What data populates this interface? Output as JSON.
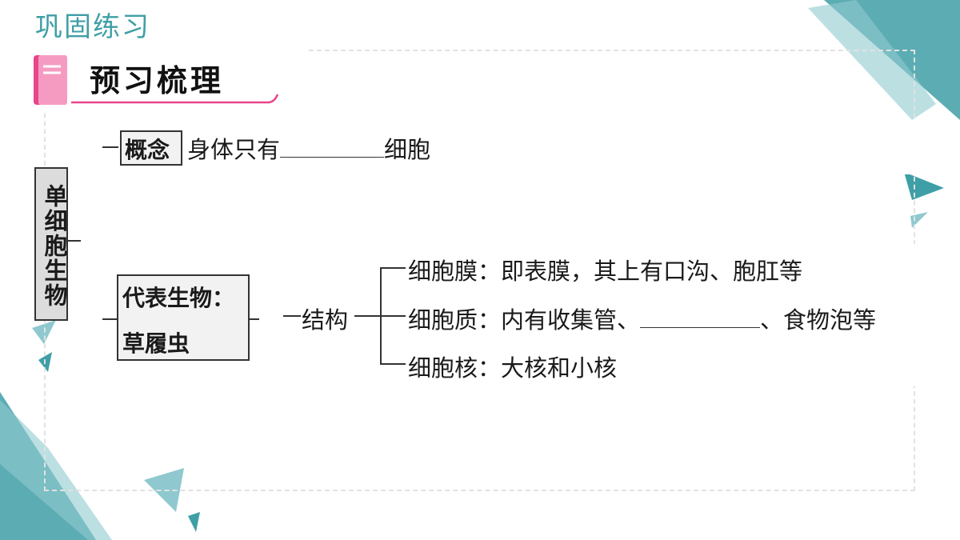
{
  "header": {
    "title": "巩固练习"
  },
  "section": {
    "title": "预习梳理",
    "icon": "book-icon"
  },
  "root": {
    "label": "单细胞生物"
  },
  "concept": {
    "tag": "概念",
    "prefix": "身体只有",
    "suffix": "细胞"
  },
  "representative": {
    "line1": "代表生物：",
    "line2": "草履虫"
  },
  "structure": {
    "label": "结构",
    "items": [
      {
        "name": "细胞膜：",
        "detail": "即表膜，其上有口沟、胞肛等"
      },
      {
        "name": "细胞质：",
        "detail_before": "内有收集管、",
        "detail_after": "、食物泡等"
      },
      {
        "name": "细胞核：",
        "detail": "大核和小核"
      }
    ]
  },
  "colors": {
    "accent_teal": "#3f9fa6",
    "pink": "#e8458b"
  }
}
